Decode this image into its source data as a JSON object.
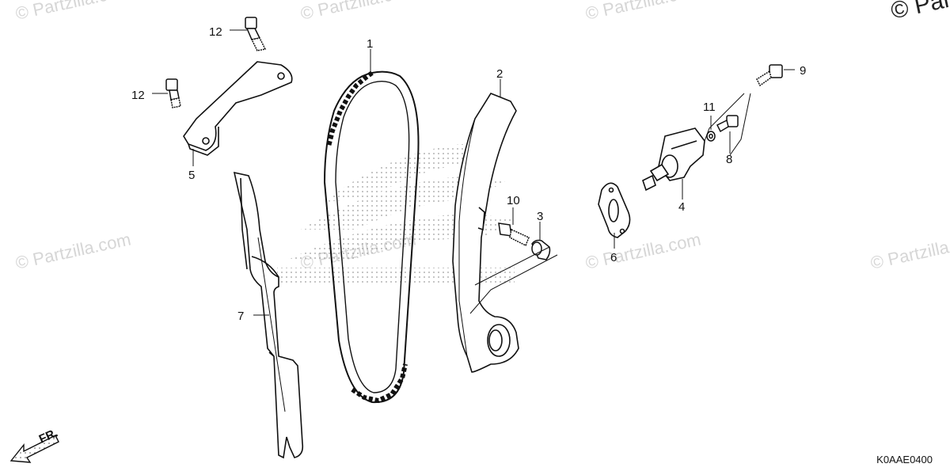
{
  "watermarks": [
    {
      "text": "© Partzilla.com"
    },
    {
      "text": "© Partzilla.com"
    },
    {
      "text": "© Partzilla.com"
    },
    {
      "text": "© Partzilla.com"
    },
    {
      "text": "© Partzilla.com"
    },
    {
      "text": "© Partzilla.com"
    },
    {
      "text": "© Partzilla.com"
    }
  ],
  "copyright_corner": "© Par",
  "diagram_code": "K0AAE0400",
  "front_arrow_label": "FR.",
  "callouts": {
    "c1": "1",
    "c2": "2",
    "c3": "3",
    "c4": "4",
    "c5": "5",
    "c6": "6",
    "c7": "7",
    "c8": "8",
    "c9": "9",
    "c10": "10",
    "c11": "11",
    "c12a": "12",
    "c12b": "12"
  },
  "colors": {
    "line": "#111111",
    "watermark": "#d6d6d6",
    "dots": "#9a9a9a"
  }
}
